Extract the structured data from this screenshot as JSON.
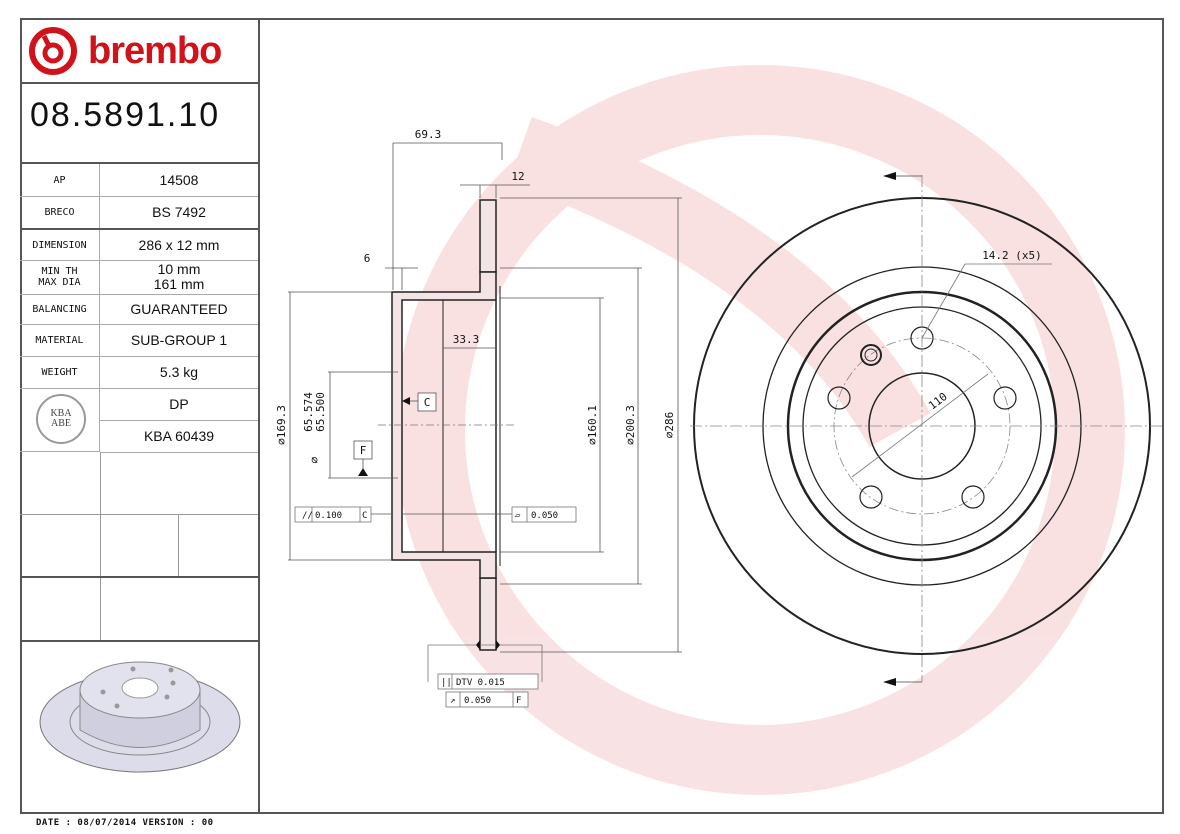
{
  "brand": {
    "name": "brembo",
    "color": "#d0121b"
  },
  "part_number": "08.5891.10",
  "specs": [
    {
      "label": "AP",
      "value": "14508"
    },
    {
      "label": "BRECO",
      "value": "BS 7492"
    },
    {
      "label": "DIMENSION",
      "value": "286 x 12 mm"
    },
    {
      "label": "MIN TH\nMAX DIA",
      "label_lines": [
        "MIN TH",
        "MAX DIA"
      ],
      "value_lines": [
        "10 mm",
        "161 mm"
      ]
    },
    {
      "label": "BALANCING",
      "value": "GUARANTEED"
    },
    {
      "label": "MATERIAL",
      "value": "SUB-GROUP 1"
    },
    {
      "label": "WEIGHT",
      "value": "5.3 kg"
    }
  ],
  "certification": {
    "badge_lines": [
      "KBA",
      "ABE"
    ],
    "value_1": "DP",
    "value_2": "KBA 60439"
  },
  "footer": {
    "date_line": "DATE : 08/07/2014 VERSION : 00"
  },
  "drawing": {
    "section_view": {
      "dim_total_depth": "69.3",
      "dim_thickness": "12",
      "dim_flange": "6",
      "dim_hat_depth": "33.3",
      "dia_hub_outer": "⌀169.3",
      "dia_center_bore_max": "65.574",
      "dia_center_bore_min": "65.500",
      "dia_center_bore_symbol": "⌀",
      "dia_inner_friction": "⌀160.1",
      "dia_200": "⌀200.3",
      "dia_outer": "⌀286",
      "datum_c": "C",
      "datum_f": "F",
      "tol_parallelism": "0.100",
      "tol_parallelism_ref": "C",
      "tol_flatness": "0.050",
      "tol_dtv": "DTV 0.015",
      "tol_runout": "0.050",
      "tol_runout_ref": "F"
    },
    "front_view": {
      "bolt_hole_label": "14.2 (x5)",
      "pcd_label": "110"
    }
  }
}
